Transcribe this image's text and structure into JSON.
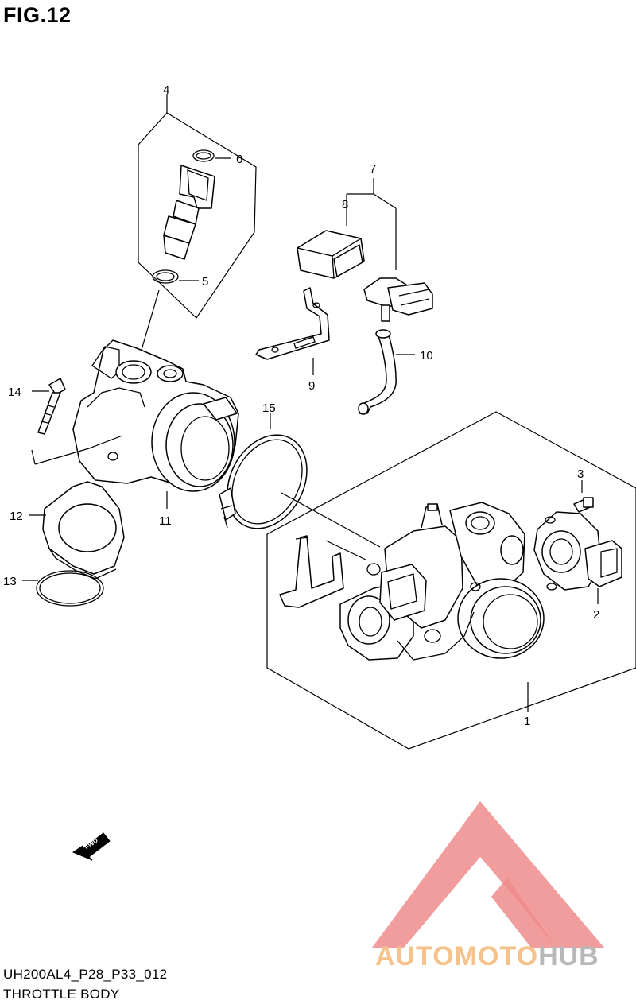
{
  "figure": {
    "title": "FIG.12",
    "model_code": "UH200AL4_P28_P33_012",
    "section_name": "THROTTLE BODY"
  },
  "callouts": [
    "1",
    "2",
    "3",
    "4",
    "5",
    "6",
    "7",
    "8",
    "9",
    "10",
    "11",
    "12",
    "13",
    "14",
    "15"
  ],
  "fwd_arrow": {
    "label": "FWD"
  },
  "watermark": {
    "text_part1": "AUTOMOTO",
    "text_part2": "HUB",
    "accent_color": "#f4c28a",
    "secondary_color": "#b8b8b8",
    "triangle_color": "#f08c8c"
  }
}
